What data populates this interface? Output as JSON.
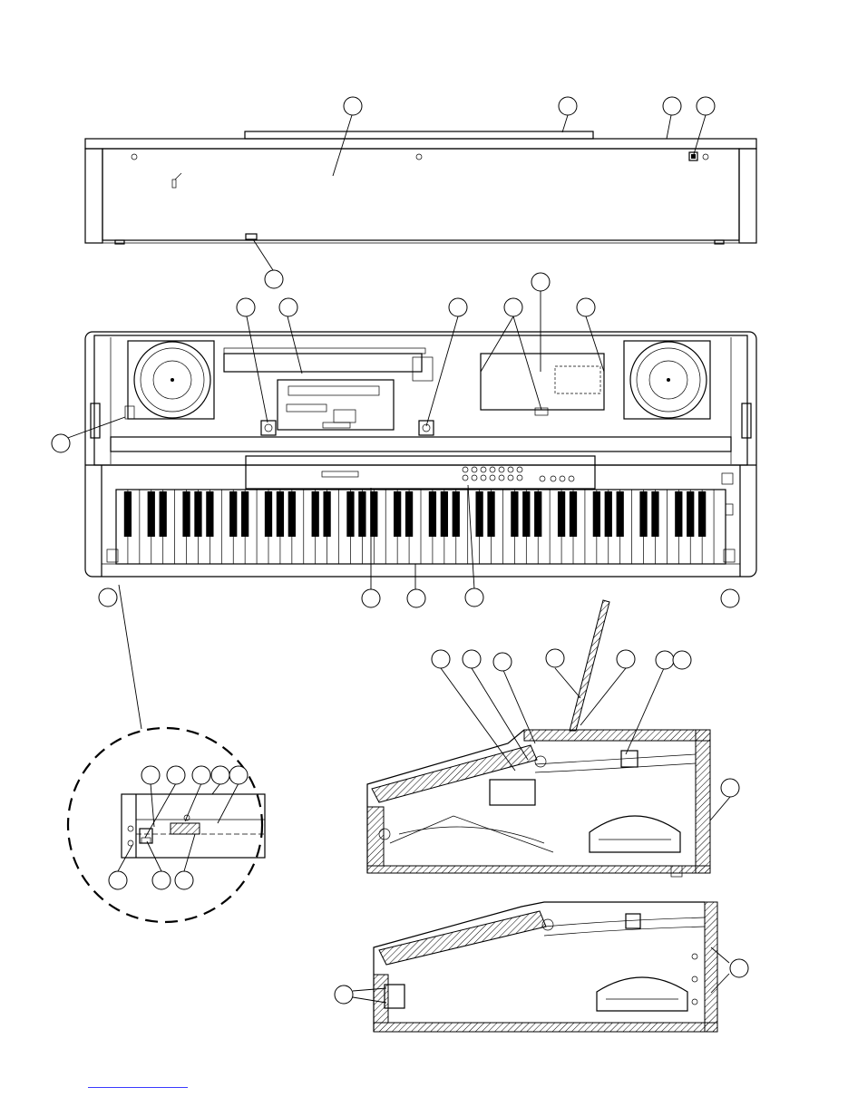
{
  "views": {
    "rear_top_view": {
      "callout_count": 5
    },
    "top_internal_view": {
      "callout_count": 12
    },
    "detail_circle": {
      "callout_count": 8
    },
    "side_section_upper": {
      "callout_count": 8
    },
    "side_section_lower": {
      "callout_count": 2
    }
  },
  "colors": {
    "line": "#000000",
    "background": "#ffffff",
    "link": "#3a3aff"
  }
}
